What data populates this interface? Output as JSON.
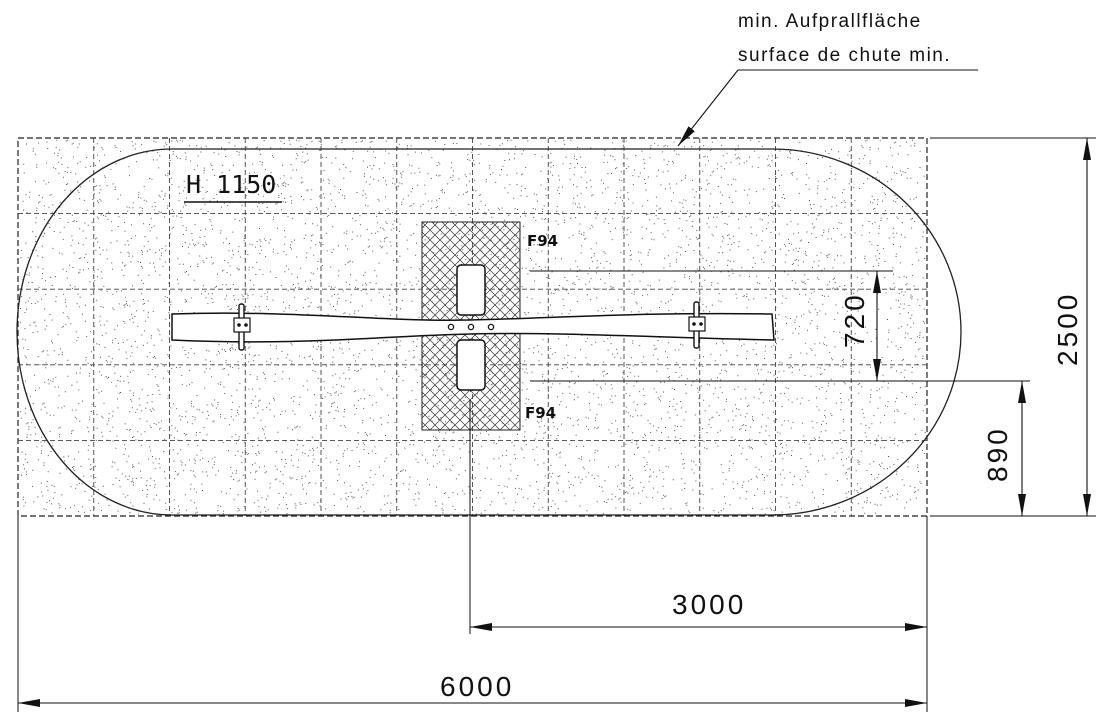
{
  "drawing": {
    "height_label": "H 1150",
    "surface_label_de": "min. Aufprallfläche",
    "surface_label_fr": "surface de chute min.",
    "foundation_top": "F94",
    "foundation_bottom": "F94"
  },
  "dimensions": {
    "overall_width": "6000",
    "half_width": "3000",
    "overall_depth": "2500",
    "offset": "890",
    "spacing": "720"
  },
  "colors": {
    "line": "#111111",
    "fill": "#ffffff"
  }
}
